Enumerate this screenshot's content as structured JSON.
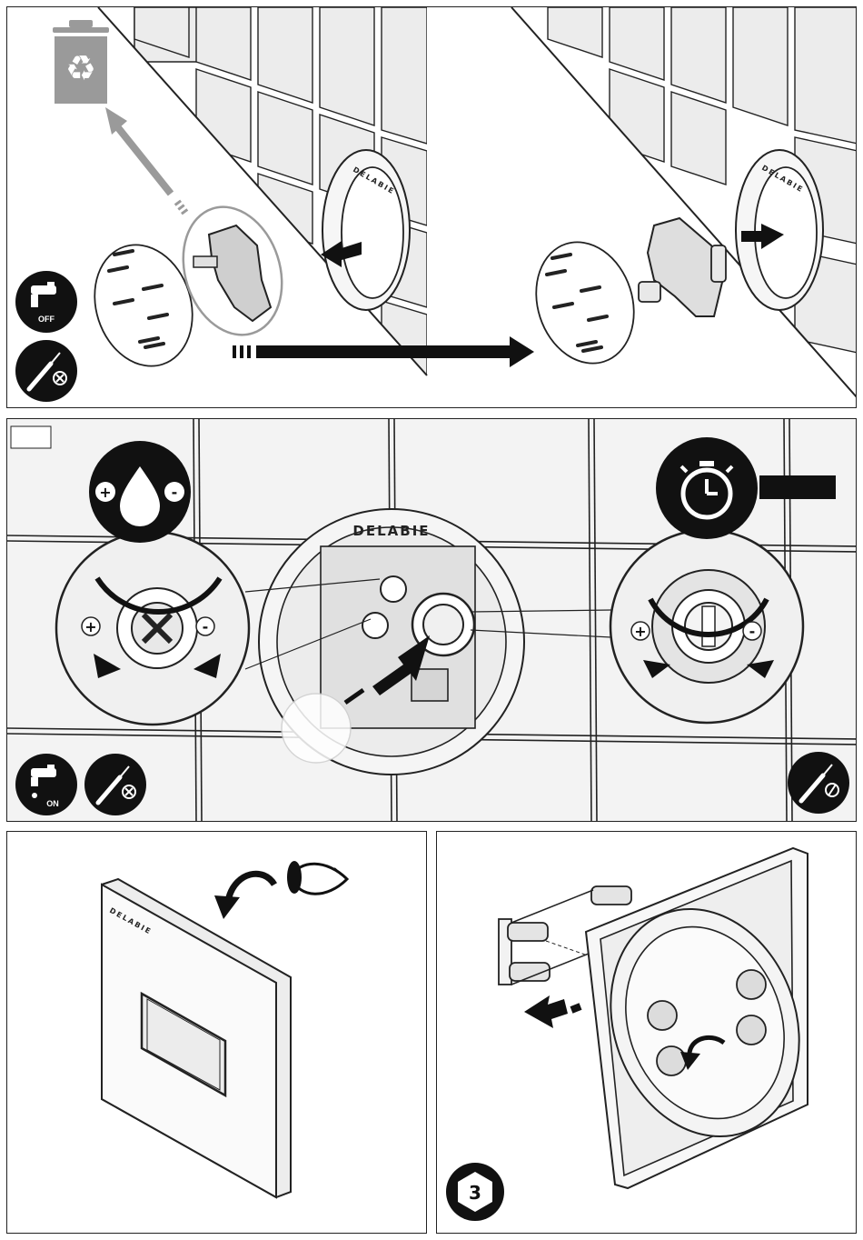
{
  "panel1": {
    "water_off_label": "OFF",
    "icons": [
      "recycle-bin-icon",
      "faucet-off-icon",
      "no-screwdriver-icon",
      "arrow-right-icon"
    ]
  },
  "panel2": {
    "brand_text": "DELABIE",
    "plus_label": "+",
    "minus_label": "-",
    "water_on_label": "ON",
    "icons": [
      "water-drop-icon",
      "stopwatch-icon",
      "faucet-on-icon",
      "no-screwdriver-icon",
      "screwdriver-icon"
    ]
  },
  "panel3": {
    "brand_text": "DELABIE",
    "icons": [
      "eye-icon",
      "curved-arrow-icon"
    ]
  },
  "panel4": {
    "step_number": "3",
    "icons": [
      "hex-step-badge-icon",
      "arrow-left-icon"
    ]
  },
  "colors": {
    "line": "#222222",
    "badge_fill": "#111111",
    "recycle_gray": "#9a9a9a",
    "tile_fill": "#e9e9e9"
  }
}
